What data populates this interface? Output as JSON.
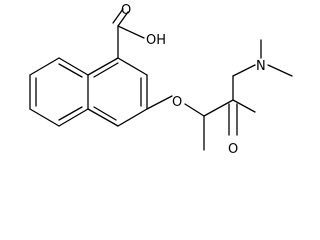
{
  "structure": {
    "type": "skeletal-formula",
    "labels": {
      "carbonyl_oxygen_top": "O",
      "hydroxyl": "OH",
      "ether_oxygen": "O",
      "amide_nitrogen": "N",
      "amide_oxygen": "O"
    },
    "colors": {
      "bond": "#000000",
      "background": "#ffffff"
    }
  }
}
